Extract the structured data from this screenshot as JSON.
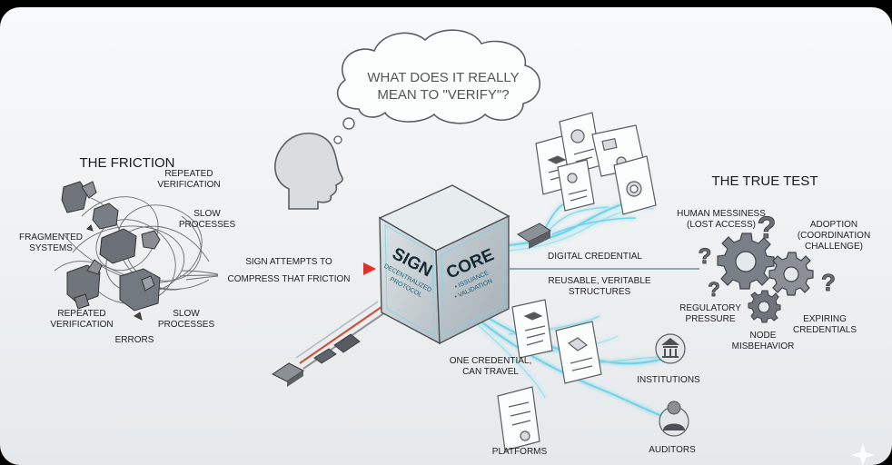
{
  "cloud": {
    "line1": "WHAT DOES IT REALLY",
    "line2": "MEAN TO \"VERIFY\"?"
  },
  "friction": {
    "title": "THE FRICTION",
    "labels": {
      "repeated_verification_top": [
        "REPEATED",
        "VERIFICATION"
      ],
      "slow_processes_top": [
        "SLOW",
        "PROCESSES"
      ],
      "fragmented_systems": [
        "FRAGMENTED",
        "SYSTEMS"
      ],
      "repeated_verification_bottom": [
        "REPEATED",
        "VERIFICATION"
      ],
      "slow_processes_bottom": [
        "SLOW",
        "PROCESSES"
      ],
      "errors": "ERRORS"
    }
  },
  "arrow": {
    "line1": "SIGN ATTEMPTS TO",
    "line2": "COMPRESS THAT FRICTION",
    "color": "#e0312b"
  },
  "cube": {
    "left_big": "SIGN",
    "left_small_1": "DECENTRALIZED",
    "left_small_2": "PROTOCOL",
    "right_big": "CORE",
    "right_small_1": "• ISSUANCE",
    "right_small_2": "• VALIDATION"
  },
  "credential": {
    "digital": "DIGITAL CREDENTIAL",
    "reusable_1": "REUSABLE, VERITABLE",
    "reusable_2": "STRUCTURES",
    "one_1": "ONE CREDENTIAL,",
    "one_2": "CAN TRAVEL"
  },
  "destinations": {
    "institutions": "INSTITUTIONS",
    "platforms": "PLATFORMS",
    "auditors": "AUDITORS"
  },
  "true_test": {
    "title": "THE TRUE TEST",
    "human_1": "HUMAN MESSINESS",
    "human_2": "(LOST ACCESS)",
    "adoption_1": "ADOPTION",
    "adoption_2": "(COORDINATION",
    "adoption_3": "CHALLENGE)",
    "regulatory_1": "REGULATORY",
    "regulatory_2": "PRESSURE",
    "node_1": "NODE",
    "node_2": "MISBEHAVIOR",
    "expiring_1": "EXPIRING",
    "expiring_2": "CREDENTIALS"
  },
  "colors": {
    "glow": "#6fd3e8",
    "cube_face": "#cfd6da",
    "gear": "#7a8088"
  }
}
